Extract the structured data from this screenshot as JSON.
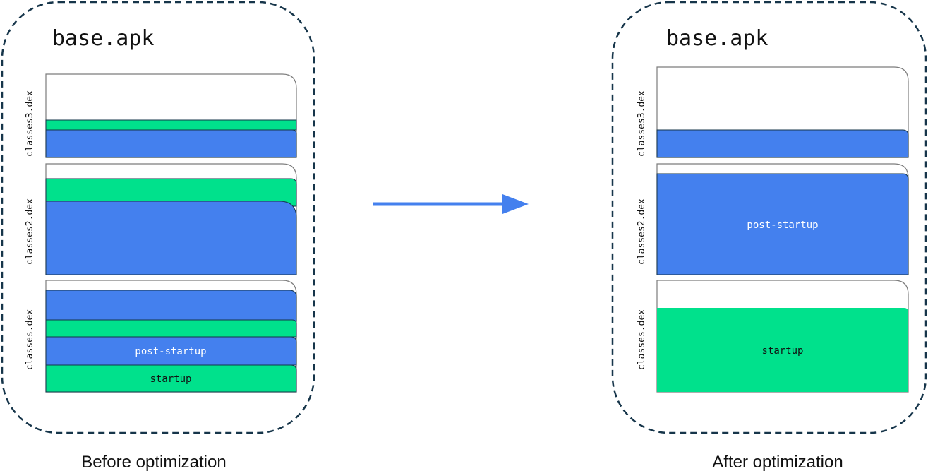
{
  "colors": {
    "blue": "#4480EE",
    "green": "#00E18C",
    "outline": "#16354A",
    "file_stroke": "#7C7C7C",
    "text": "#111111",
    "white_text": "#FFFFFF"
  },
  "before": {
    "apk_label": "base.apk",
    "caption": "Before optimization",
    "dex_labels": [
      "classes3.dex",
      "classes2.dex",
      "classes.dex"
    ],
    "block_labels": {
      "post_startup": "post-startup",
      "startup": "startup"
    }
  },
  "after": {
    "apk_label": "base.apk",
    "caption": "After optimization",
    "dex_labels": [
      "classes3.dex",
      "classes2.dex",
      "classes.dex"
    ],
    "block_labels": {
      "post_startup": "post-startup",
      "startup": "startup"
    }
  },
  "arrow_icon": "right-arrow-icon"
}
